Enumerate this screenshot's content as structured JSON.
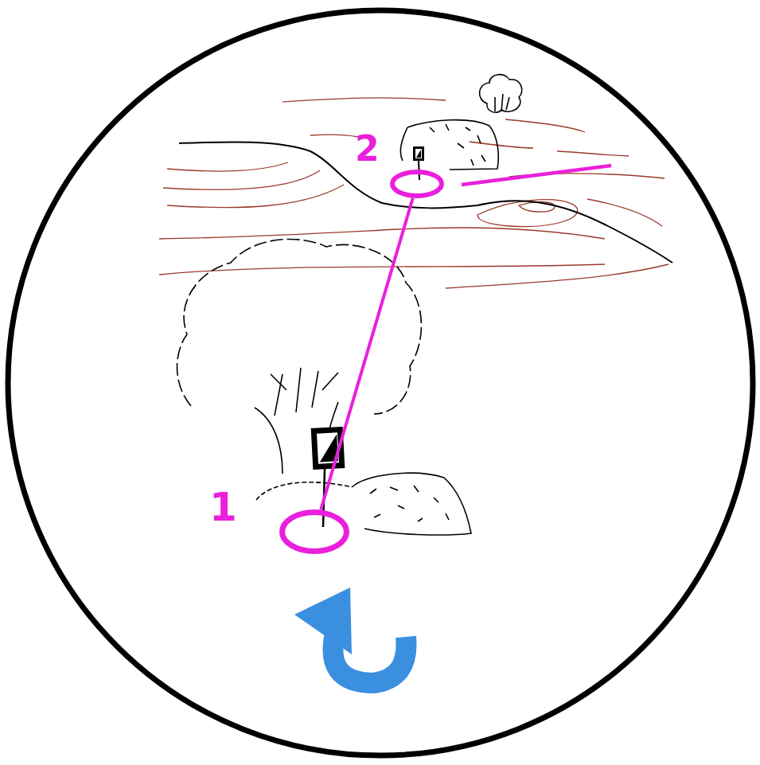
{
  "diagram": {
    "nodes": [
      {
        "text": [
          "1"
        ]
      },
      {
        "text": [
          "2"
        ]
      }
    ],
    "edges": [
      {
        "from": 0,
        "to": 1,
        "arrow": "none"
      }
    ]
  }
}
